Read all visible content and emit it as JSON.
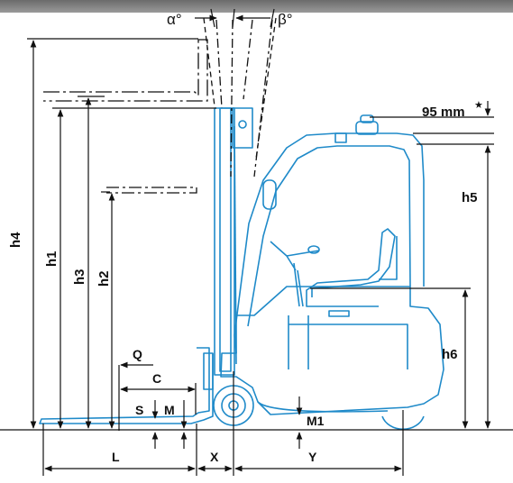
{
  "labels": {
    "alpha": "α°",
    "beta": "β°",
    "h4": "h4",
    "h1": "h1",
    "h3": "h3",
    "h2": "h2",
    "h5": "h5",
    "h6": "h6",
    "mm95": "95 mm",
    "star": "★",
    "Q": "Q",
    "C": "C",
    "S": "S",
    "M": "M",
    "M1": "M1",
    "L": "L",
    "X": "X",
    "Y": "Y"
  },
  "colors": {
    "truck": "#1f8ac9",
    "dim": "#111111",
    "header": "#7d7d7d"
  }
}
